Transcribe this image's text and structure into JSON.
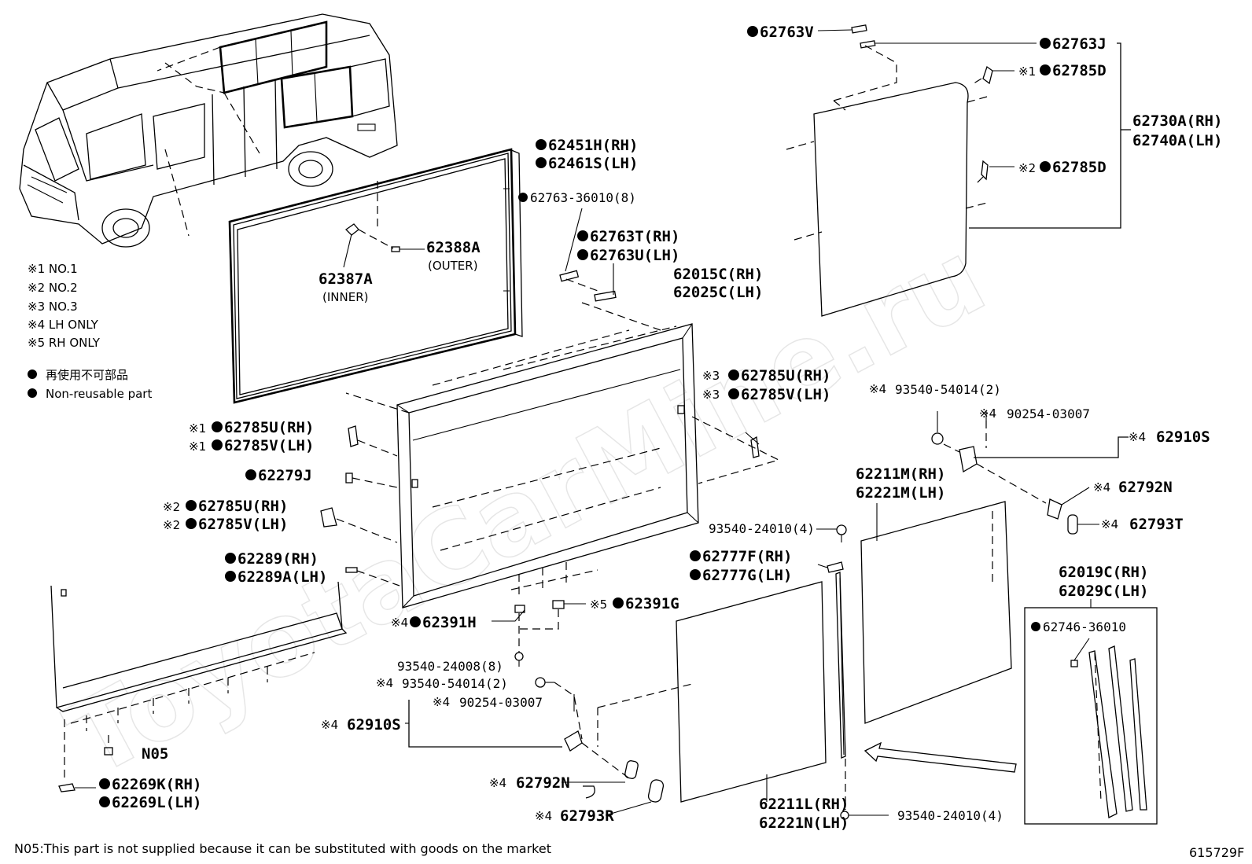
{
  "watermark": "ToyotaCarMine.ru",
  "legend": [
    "※1  NO.1",
    "※2  NO.2",
    "※3  NO.3",
    "※4  LH ONLY",
    "※5  RH ONLY"
  ],
  "nonreusable_jp": "再使用不可部品",
  "nonreusable_en": "Non-reusable part",
  "marks": {
    "n1": "※1",
    "n2": "※2",
    "n3": "※3",
    "n4": "※4",
    "n5": "※5"
  },
  "labels": {
    "p62763V": "62763V",
    "p62763J": "62763J",
    "p62785D": "62785D",
    "p62730A": "62730A(RH)",
    "p62740A": "62740A(LH)",
    "p62451H": "62451H(RH)",
    "p62461S": "62461S(LH)",
    "p62763_36010": "62763-36010(8)",
    "p62763T": "62763T(RH)",
    "p62763U": "62763U(LH)",
    "p62388A": "62388A",
    "outer": "(OUTER)",
    "p62387A": "62387A",
    "inner": "(INNER)",
    "p62015C": "62015C(RH)",
    "p62025C": "62025C(LH)",
    "p62785U": "62785U(RH)",
    "p62785V": "62785V(LH)",
    "p93540_54014": "93540-54014(2)",
    "p90254_03007": "90254-03007",
    "p62910S": "62910S",
    "p62792N": "62792N",
    "p62793T": "62793T",
    "p62211M": "62211M(RH)",
    "p62221M": "62221M(LH)",
    "p93540_24010": "93540-24010(4)",
    "p62777F": "62777F(RH)",
    "p62777G": "62777G(LH)",
    "p62019C": "62019C(RH)",
    "p62029C": "62029C(LH)",
    "p62746_36010": "62746-36010",
    "p62279J": "62279J",
    "p62289": "62289(RH)",
    "p62289A": "62289A(LH)",
    "p62391H": "62391H",
    "p62391G": "62391G",
    "p93540_24008": "93540-24008(8)",
    "pN05": "N05",
    "p62269K": "62269K(RH)",
    "p62269L": "62269L(LH)",
    "p62793R": "62793R",
    "p62211L": "62211L(RH)",
    "p62221N": "62221N(LH)"
  },
  "footnote": "N05:This part is not supplied because it can be substituted with goods on the market",
  "diagram_id": "615729F"
}
